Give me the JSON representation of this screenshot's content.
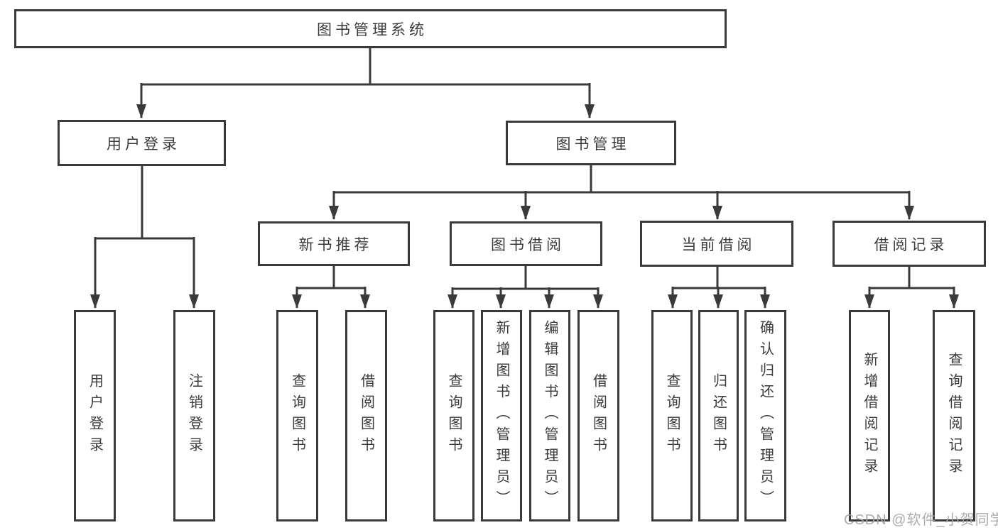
{
  "tree": {
    "label": "图书管理系统",
    "children": [
      {
        "label": "用户登录",
        "children": [
          {
            "label": "用户登录"
          },
          {
            "label": "注销登录"
          }
        ]
      },
      {
        "label": "图书管理",
        "children": [
          {
            "label": "新书推荐",
            "children": [
              {
                "label": "查询图书"
              },
              {
                "label": "借阅图书"
              }
            ]
          },
          {
            "label": "图书借阅",
            "children": [
              {
                "label": "查询图书"
              },
              {
                "label": "新增图书（管理员）"
              },
              {
                "label": "编辑图书（管理员）"
              },
              {
                "label": "借阅图书"
              }
            ]
          },
          {
            "label": "当前借阅",
            "children": [
              {
                "label": "查询图书"
              },
              {
                "label": "归还图书"
              },
              {
                "label": "确认归还（管理员）"
              }
            ]
          },
          {
            "label": "借阅记录",
            "children": [
              {
                "label": "新增借阅记录"
              },
              {
                "label": "查询借阅记录"
              }
            ]
          }
        ]
      }
    ]
  },
  "watermark": {
    "text": "CSDN @软件_小贺同学"
  },
  "colors": {
    "line": "#3a3a3a",
    "box_border": "#3a3a3a",
    "text": "#3b3b3e",
    "watermark": "#a4a4a4",
    "background": "#ffffff"
  }
}
